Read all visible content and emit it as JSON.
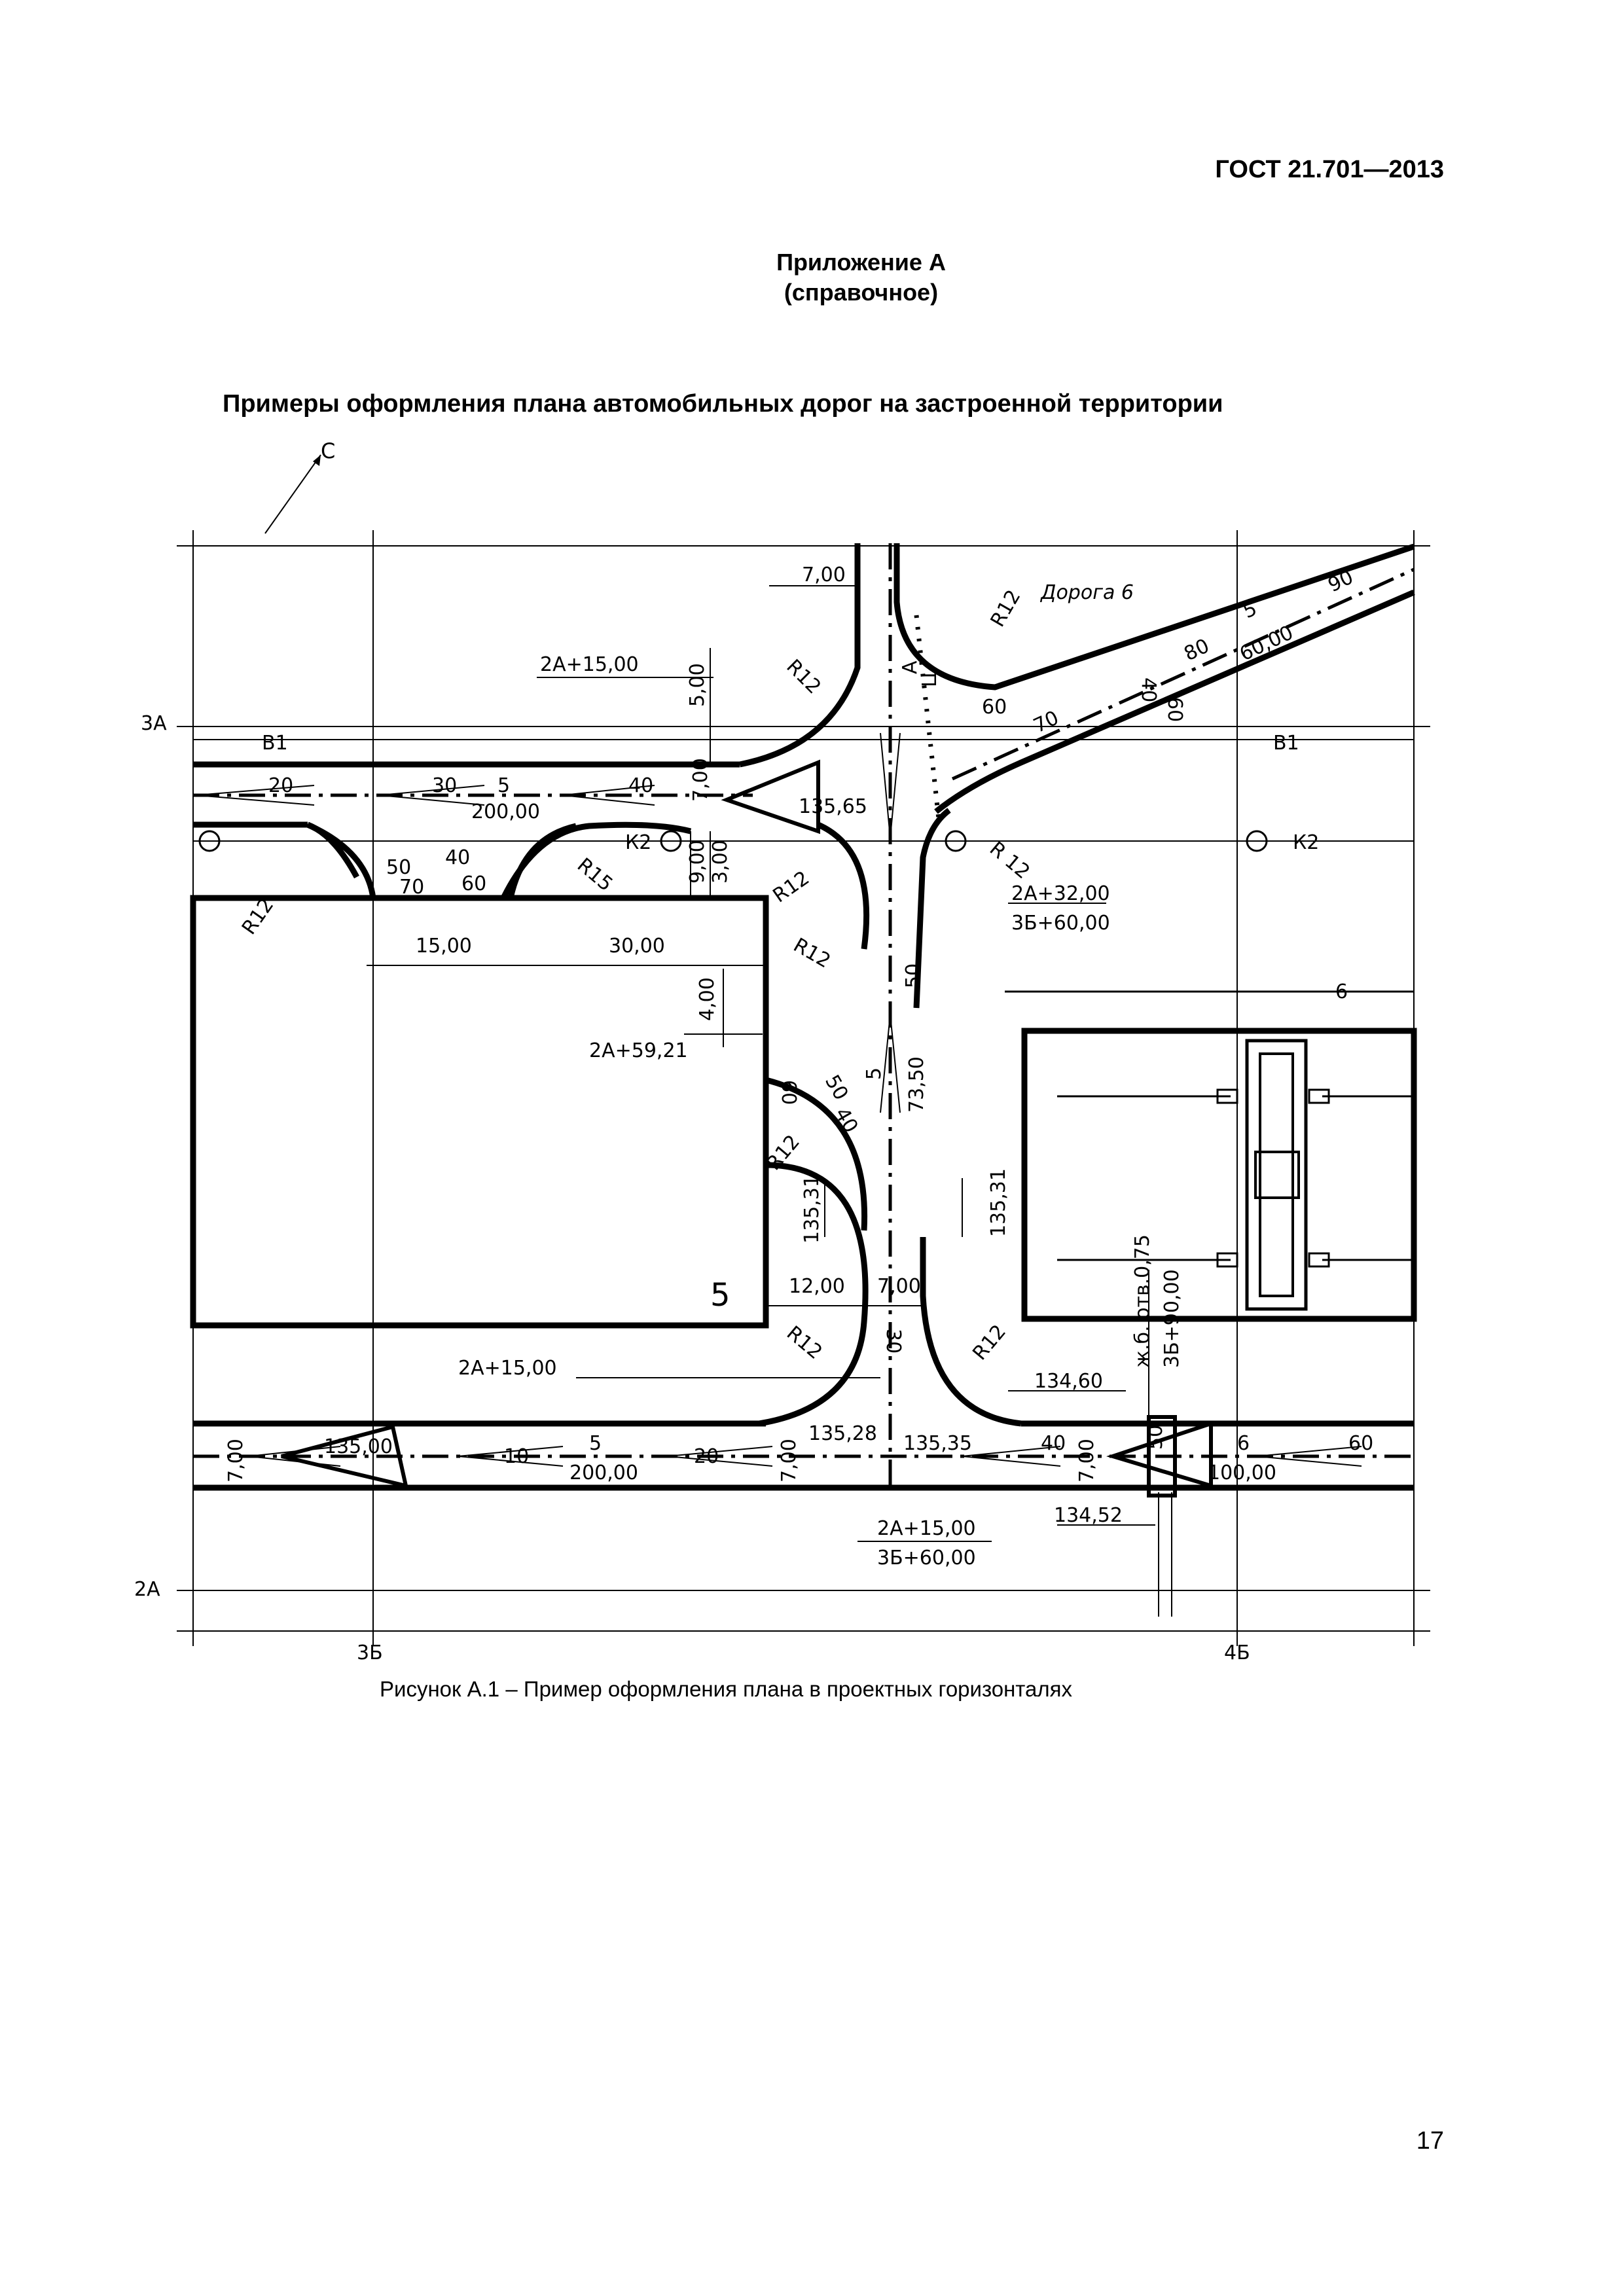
{
  "header": {
    "standard": "ГОСТ 21.701—2013"
  },
  "appendix": {
    "title": "Приложение А",
    "subtitle": "(справочное)"
  },
  "figure_title": "Примеры оформления плана автомобильных дорог на застроенной территории",
  "caption": "Рисунок А.1 – Пример оформления плана в проектных горизонталях",
  "page_number": "17",
  "drawing": {
    "north": "С",
    "grid": {
      "3A": "3А",
      "2A": "2А",
      "3B": "3Б",
      "4B": "4Б"
    },
    "road_name": "Дорога 6",
    "lines": {
      "v1_left": "В1",
      "v1_right": "В1",
      "k2_left": "К2",
      "k2_right": "К2"
    },
    "building": "5",
    "dims": {
      "top_width": "7,00",
      "d15": "15,00",
      "d30": "30,00",
      "d12": "12,00",
      "d700": "7,00",
      "d5": "5,00",
      "d4": "4,00",
      "d9": "9,00",
      "d3": "3,00",
      "r60": "60,00",
      "d135_31_l": "135,31",
      "d135_31_r": "135,31",
      "d73_50": "73,50",
      "otm": "ж.б. отв.0,75",
      "pk": "3Б+90,00",
      "h7_left": "7,00",
      "h7_mid": "7,00",
      "h7_right": "7,00",
      "h7_left_top": "7,00",
      "h9": "9,00",
      "h3": "3,00",
      "h7_road": "7,00",
      "d200_top": "200,00",
      "d200_bot": "200,00",
      "d100": "100,00"
    },
    "stations": {
      "s1": "2А+15,00",
      "s2": "2А+32,00",
      "s2b": "3Б+60,00",
      "s3": "2А+59,21",
      "s4": "2А+15,00",
      "s5": "2А+15,00",
      "s5b": "3Б+60,00"
    },
    "elev": {
      "e1": "135,65",
      "e2": "135,28",
      "e3": "135,35",
      "e4": "135,00",
      "e5": "134,60",
      "e6": "134,52"
    },
    "radii": {
      "r12_a": "R12",
      "r12_b": "R12",
      "r12_c": "R12",
      "r12_d": "R12",
      "r12_e": "R12",
      "r12_f": "R12",
      "r12_g": "R12",
      "r12_h": "R12",
      "r12_i": "R 12",
      "r15": "R15"
    },
    "slopes": {
      "s20": "20",
      "s30": "30",
      "s5a": "5",
      "s40a": "40",
      "s40b": "40",
      "s50a": "50",
      "s70": "70",
      "s60a": "60",
      "s60b": "60",
      "s70b": "70",
      "s80": "80",
      "s90": "90",
      "s5b": "5",
      "s40c": "40",
      "s50b": "50",
      "s6a": "6",
      "s60c": "60",
      "s5c": "5",
      "s40d": "40",
      "s50c": "50",
      "s60d": "60",
      "s30b": "30",
      "s10": "10",
      "s5d": "5",
      "s20b": "20",
      "s40e": "40",
      "s50d": "50",
      "s6b": "6",
      "s60e": "60"
    },
    "axis": "А",
    "axis_c": "Ц"
  }
}
